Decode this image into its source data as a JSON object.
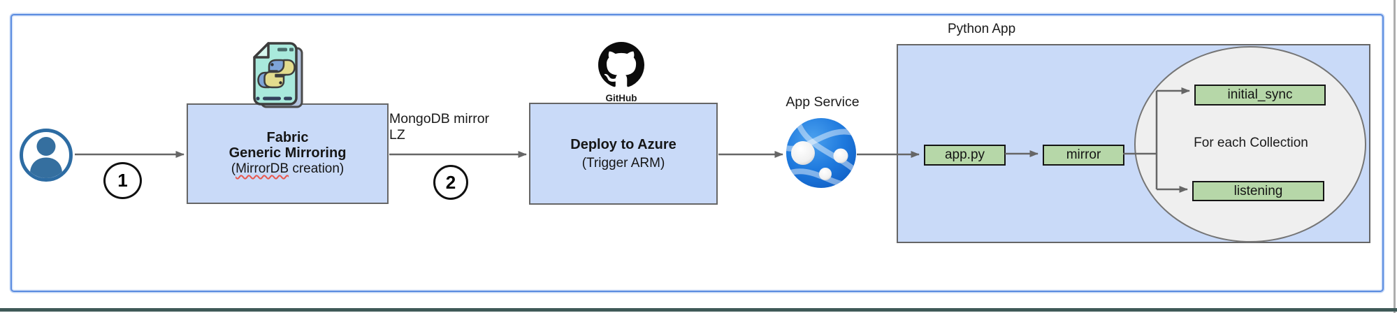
{
  "steps": {
    "one": "1",
    "two": "2"
  },
  "edge_label": {
    "line1": "MongoDB mirror",
    "line2": "LZ"
  },
  "fabric_box": {
    "title_line1": "Fabric",
    "title_line2": "Generic Mirroring",
    "subtitle_prefix": "(",
    "subtitle_word": "MirrorDB",
    "subtitle_suffix": " creation)"
  },
  "deploy_box": {
    "title": "Deploy to Azure",
    "subtitle": "(Trigger ARM)"
  },
  "github": {
    "label": "GitHub"
  },
  "app_service": {
    "label": "App Service"
  },
  "python_app": {
    "label": "Python App",
    "app_py": "app.py",
    "mirror": "mirror",
    "initial_sync": "initial_sync",
    "listening": "listening",
    "for_each_collection": "For each Collection"
  },
  "icons": [
    "user-icon",
    "python-file-icon",
    "github-icon",
    "app-service-globe-icon"
  ],
  "colors": {
    "frame_border": "#5b8ce0",
    "node_fill": "#c9daf8",
    "node_border": "#666666",
    "green_fill": "#b6d7a8",
    "green_border": "#141414",
    "ellipse_fill": "#efefef",
    "arrow": "#666666",
    "user_blue": "#356f9f",
    "squiggle_red": "#e8584d",
    "bottom_bar": "#3f5a58"
  }
}
